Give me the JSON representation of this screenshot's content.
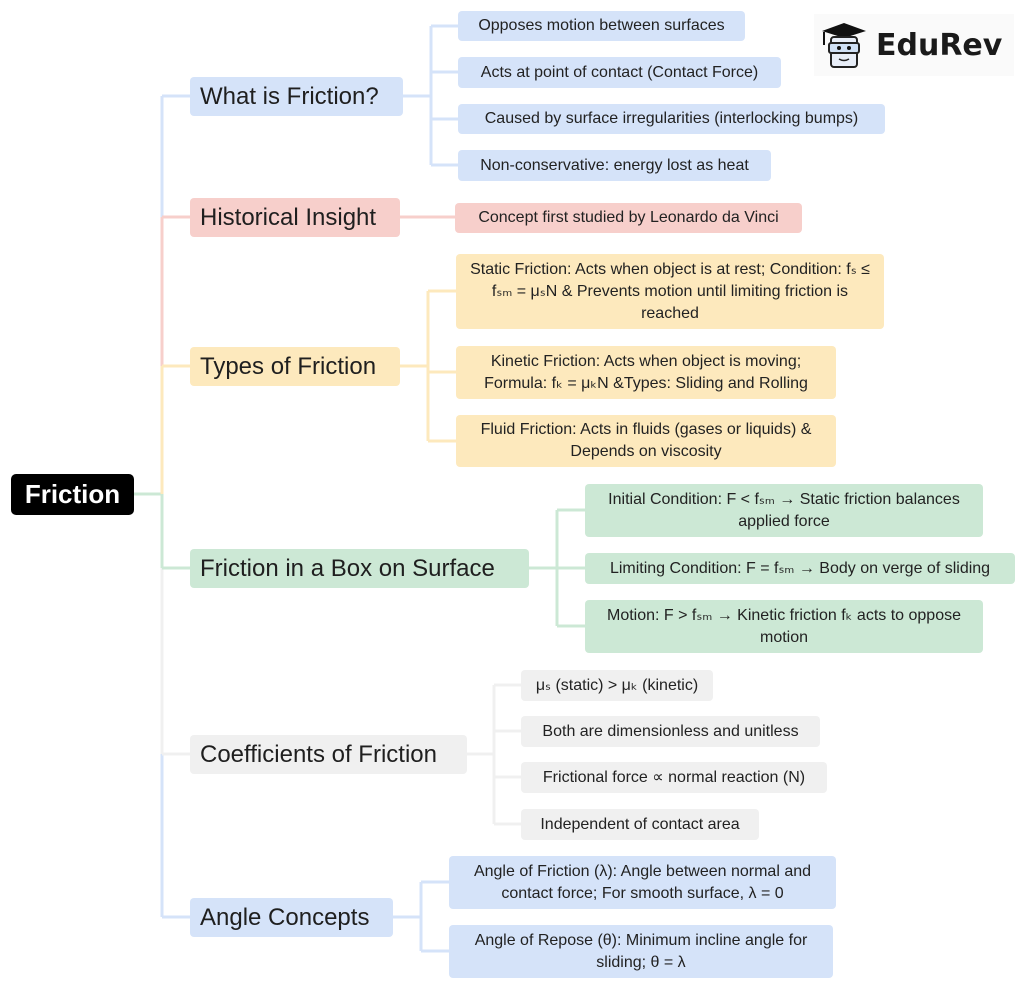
{
  "colors": {
    "blue": "#d5e3f9",
    "red": "#f7cfcb",
    "yellow": "#fde9bd",
    "green": "#cce8d5",
    "gray": "#f0f0f0",
    "root": "#000000"
  },
  "logo": {
    "text": "EduRev",
    "icon": "graduation-cap-mascot-icon"
  },
  "root": {
    "label": "Friction"
  },
  "branches": [
    {
      "label": "What is Friction?",
      "children": [
        "Opposes motion between surfaces",
        "Acts at point of contact (Contact Force)",
        "Caused by surface irregularities (interlocking bumps)",
        "Non-conservative: energy lost as heat"
      ]
    },
    {
      "label": "Historical Insight",
      "children": [
        "Concept first studied by Leonardo da Vinci"
      ]
    },
    {
      "label": "Types of Friction",
      "children": [
        "Static Friction: Acts when object is at rest; Condition: fₛ ≤ fₛₘ = μₛN & Prevents motion until limiting friction is reached",
        "Kinetic Friction: Acts when object is moving; Formula: fₖ = μₖN &Types: Sliding and Rolling",
        "Fluid Friction: Acts in fluids (gases or liquids) & Depends on viscosity"
      ]
    },
    {
      "label": "Friction in a Box on Surface",
      "children": [
        "Initial Condition: F < fₛₘ → Static friction balances applied force",
        "Limiting Condition: F = fₛₘ → Body on verge of sliding",
        "Motion: F > fₛₘ → Kinetic friction fₖ acts to oppose motion"
      ]
    },
    {
      "label": "Coefficients of Friction",
      "children": [
        "μₛ (static) > μₖ (kinetic)",
        "Both are dimensionless and unitless",
        "Frictional force ∝ normal reaction (N)",
        "Independent of contact area"
      ]
    },
    {
      "label": "Angle Concepts",
      "children": [
        "Angle of Friction (λ): Angle between normal and contact force; For smooth surface, λ = 0",
        "Angle of Repose (θ): Minimum incline angle for sliding; θ = λ"
      ]
    }
  ]
}
